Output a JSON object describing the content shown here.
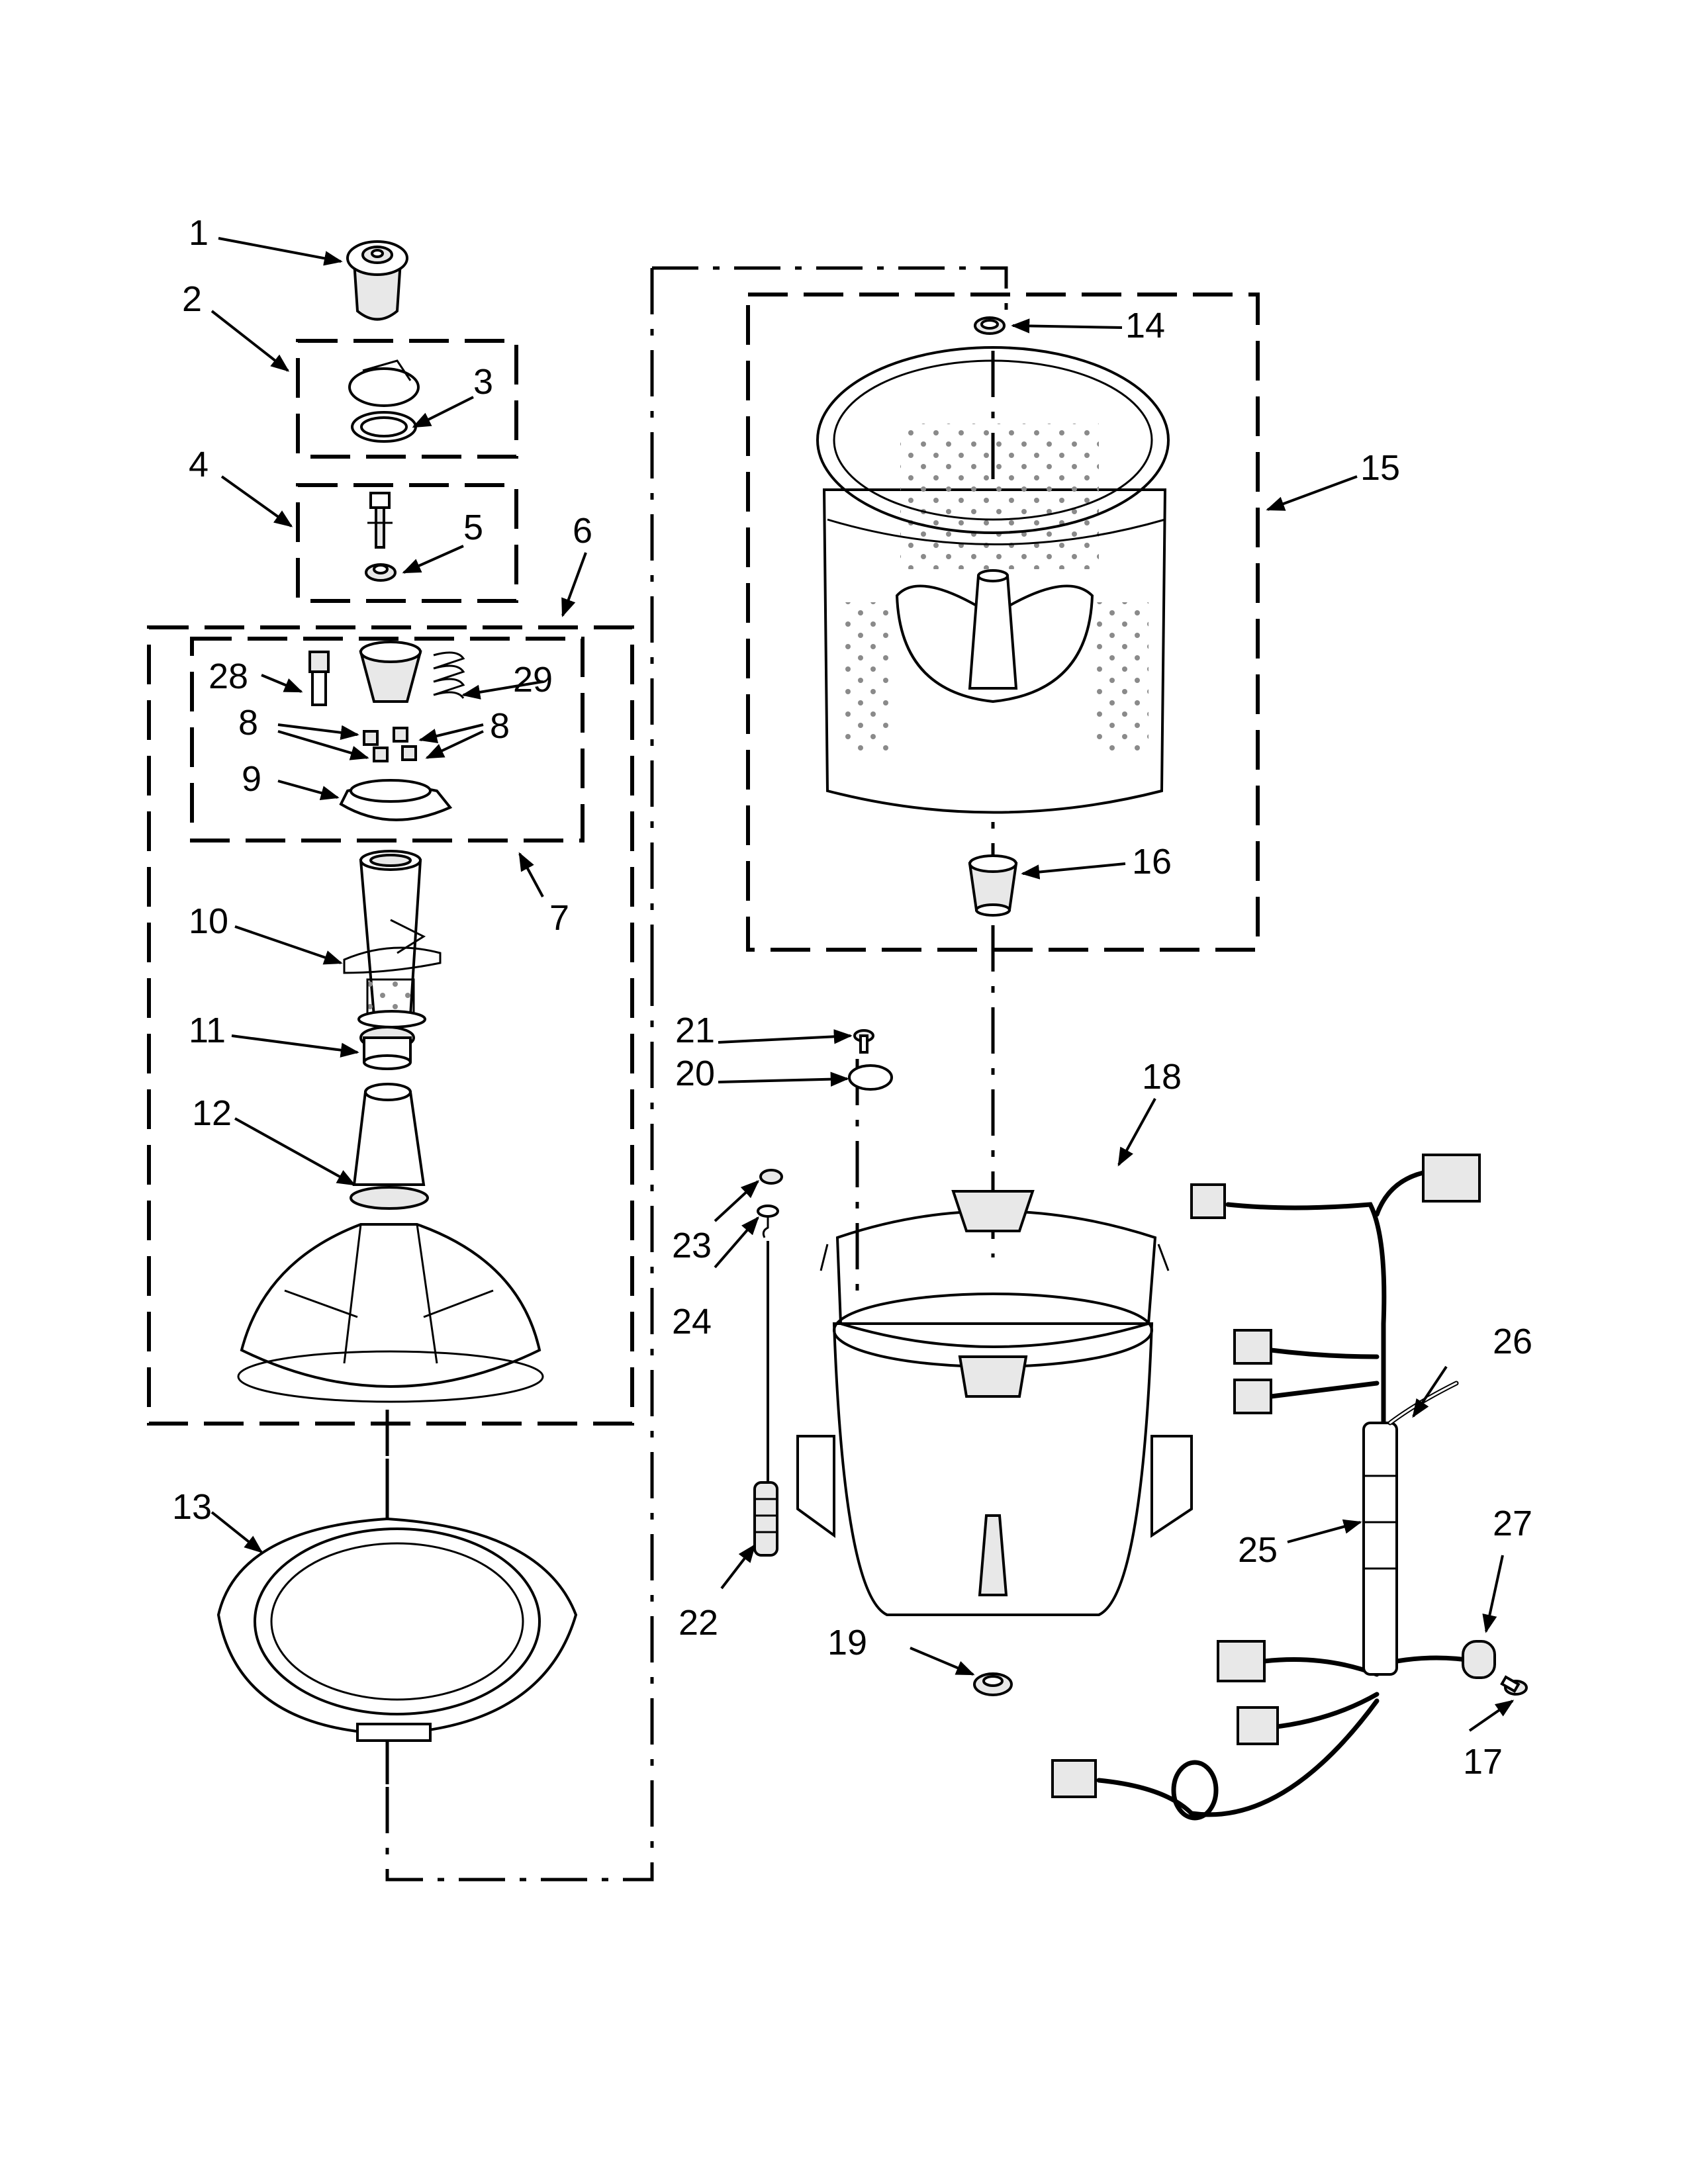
{
  "callouts": [
    {
      "id": "c1",
      "label": "1"
    },
    {
      "id": "c2",
      "label": "2"
    },
    {
      "id": "c3",
      "label": "3"
    },
    {
      "id": "c4",
      "label": "4"
    },
    {
      "id": "c5",
      "label": "5"
    },
    {
      "id": "c6",
      "label": "6"
    },
    {
      "id": "c7",
      "label": "7"
    },
    {
      "id": "c8a",
      "label": "8"
    },
    {
      "id": "c8b",
      "label": "8"
    },
    {
      "id": "c9",
      "label": "9"
    },
    {
      "id": "c10",
      "label": "10"
    },
    {
      "id": "c11",
      "label": "11"
    },
    {
      "id": "c12",
      "label": "12"
    },
    {
      "id": "c13",
      "label": "13"
    },
    {
      "id": "c14",
      "label": "14"
    },
    {
      "id": "c15",
      "label": "15"
    },
    {
      "id": "c16",
      "label": "16"
    },
    {
      "id": "c17",
      "label": "17"
    },
    {
      "id": "c18",
      "label": "18"
    },
    {
      "id": "c19",
      "label": "19"
    },
    {
      "id": "c20",
      "label": "20"
    },
    {
      "id": "c21",
      "label": "21"
    },
    {
      "id": "c22",
      "label": "22"
    },
    {
      "id": "c23",
      "label": "23"
    },
    {
      "id": "c24",
      "label": "24"
    },
    {
      "id": "c25",
      "label": "25"
    },
    {
      "id": "c26",
      "label": "26"
    },
    {
      "id": "c27",
      "label": "27"
    },
    {
      "id": "c28",
      "label": "28"
    },
    {
      "id": "c29",
      "label": "29"
    }
  ]
}
